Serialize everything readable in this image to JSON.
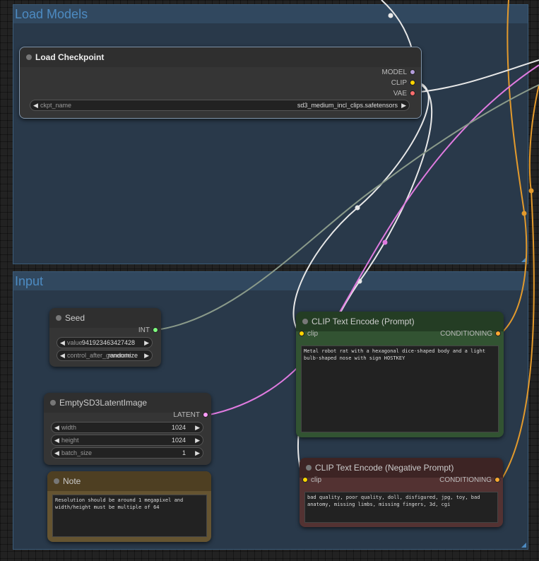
{
  "groups": {
    "load_models": {
      "title": "Load Models"
    },
    "input": {
      "title": "Input"
    }
  },
  "nodes": {
    "load_checkpoint": {
      "title": "Load Checkpoint",
      "outputs": [
        "MODEL",
        "CLIP",
        "VAE"
      ],
      "ckpt_name_label": "ckpt_name",
      "ckpt_name_value": "sd3_medium_incl_clips.safetensors"
    },
    "seed": {
      "title": "Seed",
      "output": "INT",
      "value_label": "value",
      "value": "941923463427428",
      "control_label": "control_after_generate",
      "control_value": "randomize"
    },
    "empty_latent": {
      "title": "EmptySD3LatentImage",
      "output": "LATENT",
      "width_label": "width",
      "width_value": "1024",
      "height_label": "height",
      "height_value": "1024",
      "batch_label": "batch_size",
      "batch_value": "1"
    },
    "note": {
      "title": "Note",
      "text": "Resolution should be around 1 megapixel and width/height must be multiple of 64"
    },
    "clip_pos": {
      "title": "CLIP Text Encode (Prompt)",
      "input": "clip",
      "output": "CONDITIONING",
      "text": "Metal robot rat with a hexagonal dice-shaped body and a light bulb-shaped nose with sign HOSTKEY"
    },
    "clip_neg": {
      "title": "CLIP Text Encode (Negative Prompt)",
      "input": "clip",
      "output": "CONDITIONING",
      "text": "bad quality, poor quality, doll, disfigured, jpg, toy, bad anatomy, missing limbs, missing fingers, 3d, cgi"
    }
  },
  "icons": {
    "left_arrow": "◀",
    "right_arrow": "▶"
  },
  "colors": {
    "model_pin": "#b39ddb",
    "clip_pin": "#ffd500",
    "vae_pin": "#ff6e6e",
    "int_pin": "#7fff7f",
    "latent_pin": "#ff9cf9",
    "conditioning_pin": "#ffa931",
    "link_white": "#e8e8e8",
    "link_pink": "#e07be0",
    "link_orange": "#e39a2c",
    "link_gray": "#8a9a8a"
  }
}
